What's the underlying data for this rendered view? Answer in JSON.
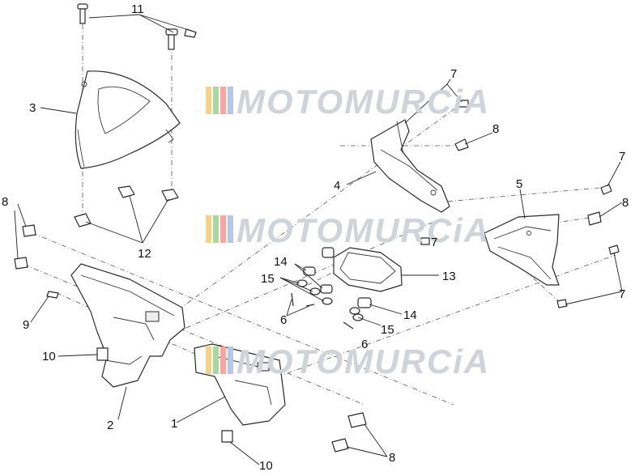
{
  "watermark": {
    "text": "MOTOMURCiA",
    "stripe_colors": [
      "#f2d28c",
      "#a8d8a0",
      "#f4a6a0",
      "#b7c6e6"
    ],
    "text_color": "#cfd3da"
  },
  "labels": {
    "p1": "1",
    "p2": "2",
    "p3": "3",
    "p4": "4",
    "p5": "5",
    "p6a": "6",
    "p6b": "6",
    "p7a": "7",
    "p7b": "7",
    "p7c": "7",
    "p7d": "7",
    "p8a": "8",
    "p8b": "8",
    "p8c": "8",
    "p8d": "8",
    "p9": "9",
    "p10a": "10",
    "p10b": "10",
    "p11": "11",
    "p12": "12",
    "p13": "13",
    "p14a": "14",
    "p14b": "14",
    "p15a": "15",
    "p15b": "15"
  }
}
